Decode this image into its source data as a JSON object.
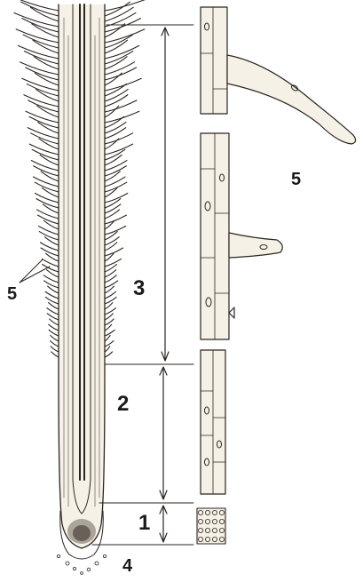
{
  "diagram": {
    "zone_labels": {
      "zone_3": "3",
      "zone_2": "2",
      "zone_1": "1",
      "cap": "4"
    },
    "root_hair_labels": {
      "left": "5",
      "right_upper": "5"
    },
    "colors": {
      "ink": "#2b2520",
      "cell_fill": "#f6f1e6",
      "background": "#ffffff"
    }
  }
}
